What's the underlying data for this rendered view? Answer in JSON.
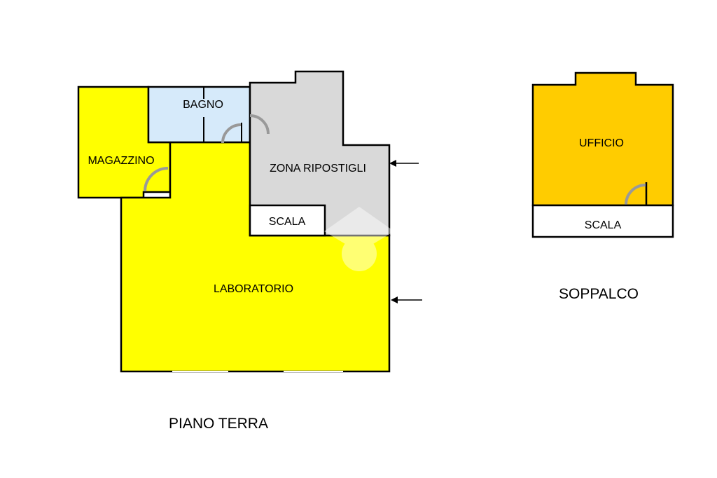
{
  "colors": {
    "yellow": "#ffff00",
    "orange": "#ffcc00",
    "light_blue": "#d6eafa",
    "grey": "#d9d9d9",
    "white": "#ffffff",
    "wall": "#000000",
    "door": "#999999"
  },
  "ground_floor": {
    "title": "PIANO TERRA",
    "rooms": {
      "magazzino": "MAGAZZINO",
      "bagno": "BAGNO",
      "zona_ripostigli": "ZONA RIPOSTIGLI",
      "scala": "SCALA",
      "laboratorio": "LABORATORIO"
    }
  },
  "mezzanine": {
    "title": "SOPPALCO",
    "rooms": {
      "ufficio": "UFFICIO",
      "scala": "SCALA"
    }
  }
}
